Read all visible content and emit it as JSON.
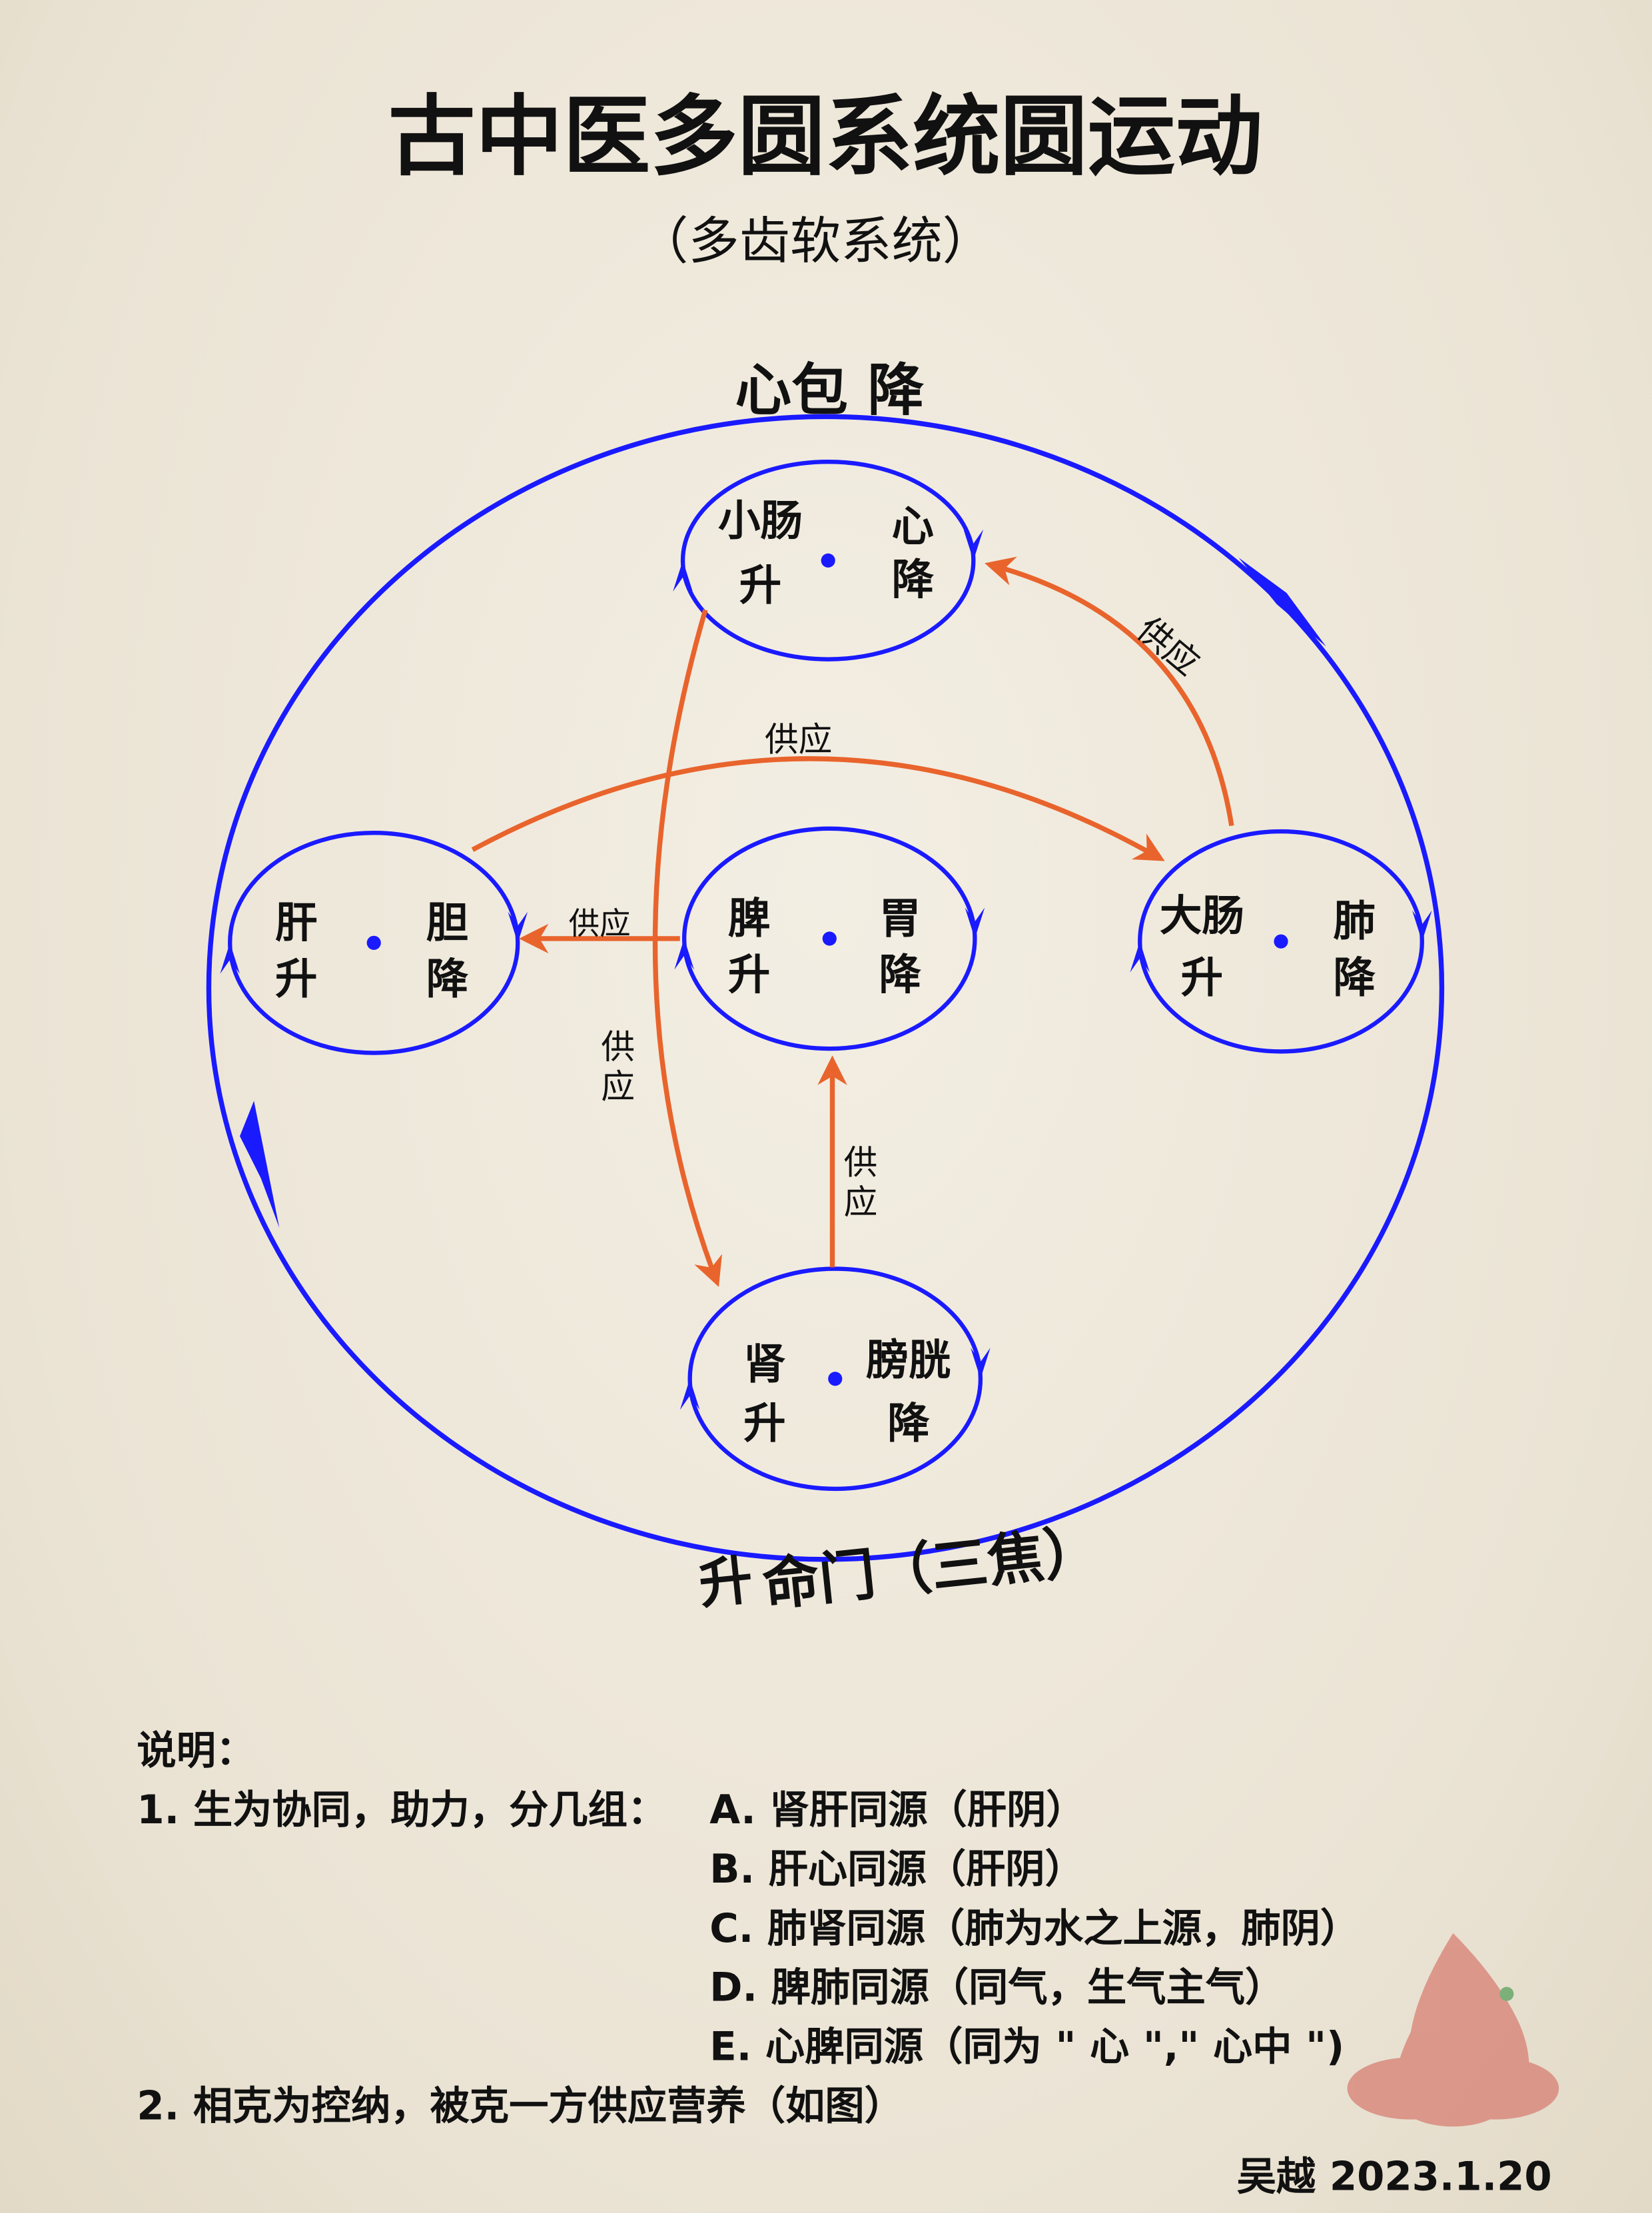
{
  "title": "古中医多圆系统圆运动",
  "subtitle": "（多齿软系统）",
  "colors": {
    "circle": "#1a1aff",
    "supply_arrow": "#e8642c",
    "text": "#111111",
    "logo": "#d98b7e"
  },
  "outer_circle": {
    "top_label": "心包 降",
    "bottom_label_rise": "升",
    "bottom_label": "命门（三焦）"
  },
  "organs": {
    "top": {
      "left": "小肠",
      "left_dir": "升",
      "right": "心",
      "right_dir": "降"
    },
    "left": {
      "left": "肝",
      "left_dir": "升",
      "right": "胆",
      "right_dir": "降"
    },
    "center": {
      "left": "脾",
      "left_dir": "升",
      "right": "胃",
      "right_dir": "降"
    },
    "right": {
      "left": "大肠",
      "left_dir": "升",
      "right": "肺",
      "right_dir": "降"
    },
    "bottom": {
      "left": "肾",
      "left_dir": "升",
      "right": "膀胱",
      "right_dir": "降"
    }
  },
  "supply_label": "供应",
  "supply_label_v1": "供",
  "supply_label_v2": "应",
  "notes": {
    "heading": "说明：",
    "item1_prefix": "1. 生为协同，助力，分几组：",
    "groups": [
      "A. 肾肝同源（肝阴）",
      "B. 肝心同源（肝阴）",
      "C. 肺肾同源（肺为水之上源，肺阴）",
      "D. 脾肺同源（同气，生气主气）",
      "E. 心脾同源（同为 \" 心 \",\" 心中 \")"
    ],
    "item2": "2. 相克为控纳，被克一方供应营养（如图）"
  },
  "signature": "吴越 2023.1.20"
}
